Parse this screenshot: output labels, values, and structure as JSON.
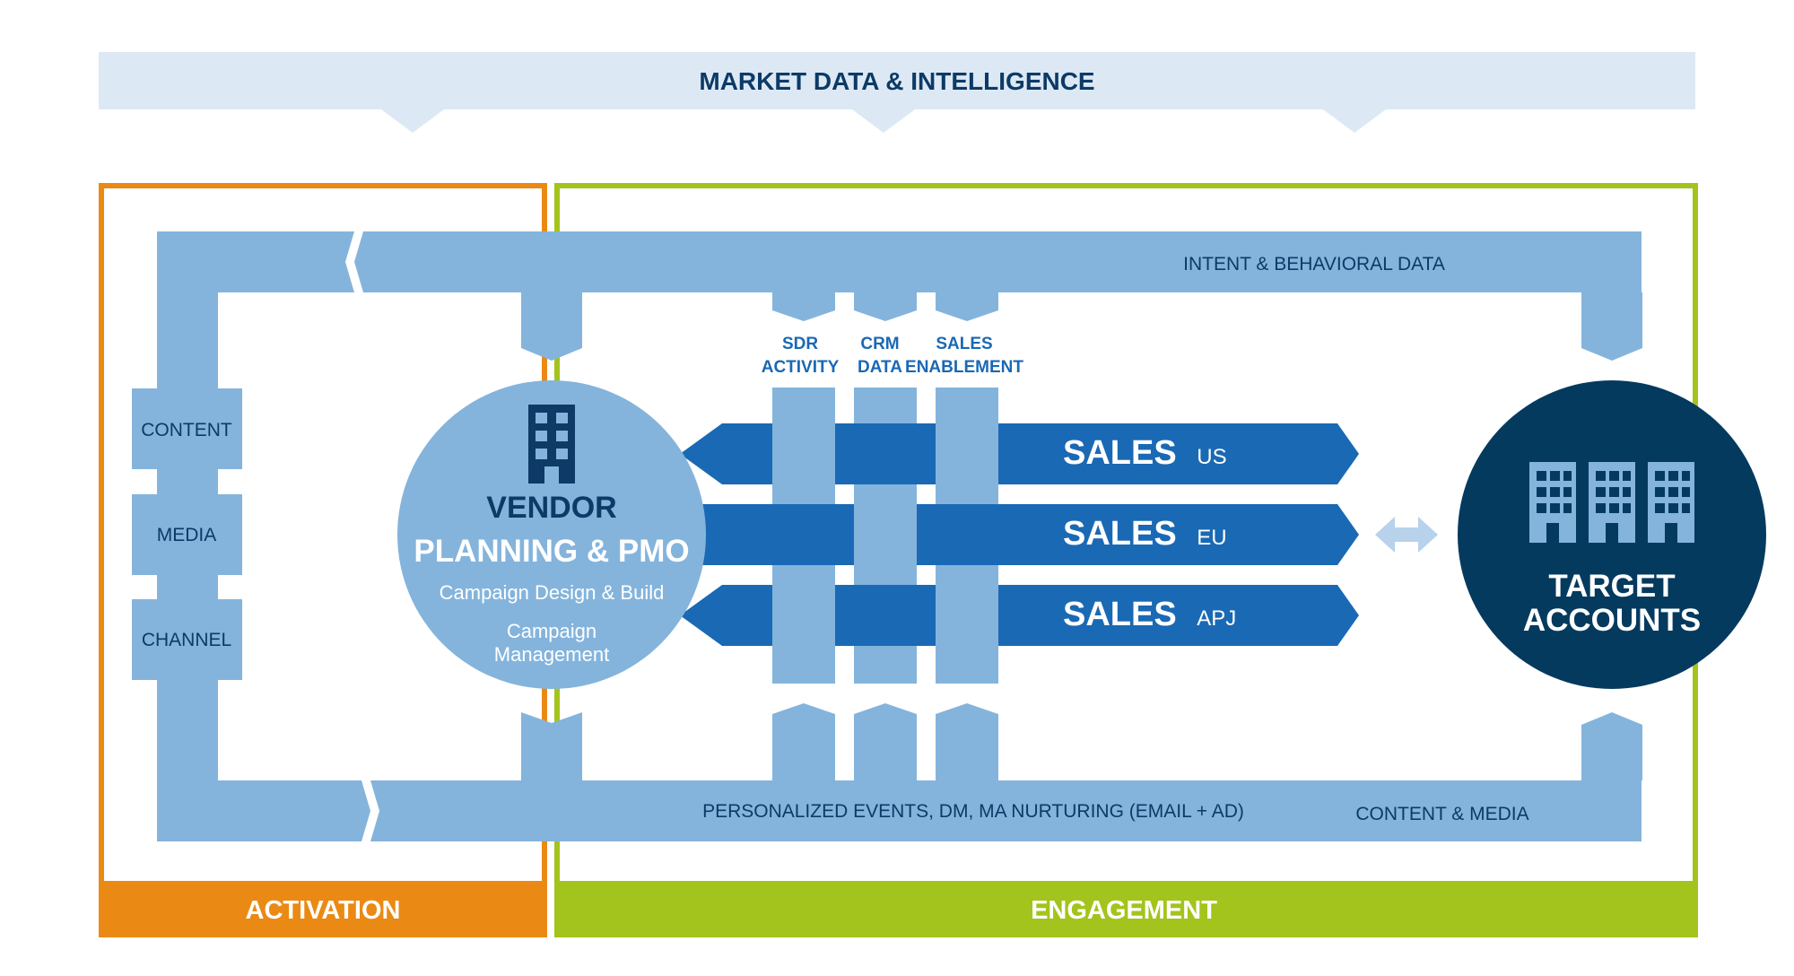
{
  "top_banner": {
    "label": "MARKET DATA & INTELLIGENCE"
  },
  "activation": {
    "label": "ACTIVATION"
  },
  "engagement": {
    "label": "ENGAGEMENT"
  },
  "flows": {
    "intent": "INTENT & BEHAVIORAL DATA",
    "personalized": "PERSONALIZED EVENTS, DM, MA NURTURING (EMAIL + AD)",
    "content_media": "CONTENT & MEDIA"
  },
  "left_stack": {
    "content": "CONTENT",
    "media": "MEDIA",
    "channel": "CHANNEL"
  },
  "vendor": {
    "title": "VENDOR",
    "subtitle": "PLANNING & PMO",
    "line1": "Campaign Design & Build",
    "line2a": "Campaign",
    "line2b": "Management"
  },
  "columns": {
    "sdr_1": "SDR",
    "sdr_2": "ACTIVITY",
    "crm_1": "CRM",
    "crm_2": "DATA",
    "sales_1": "SALES",
    "sales_2": "ENABLEMENT"
  },
  "sales": [
    {
      "main": "SALES",
      "region": "US"
    },
    {
      "main": "SALES",
      "region": "EU"
    },
    {
      "main": "SALES",
      "region": "APJ"
    }
  ],
  "target": {
    "line1": "TARGET",
    "line2": "ACCOUNTS"
  },
  "colors": {
    "light_blue": "#84b4dc",
    "pale_blue": "#dce9f4",
    "mid_blue": "#1a69b4",
    "navy": "#053a5f",
    "orange": "#ea8a14",
    "green": "#a3c41c"
  }
}
